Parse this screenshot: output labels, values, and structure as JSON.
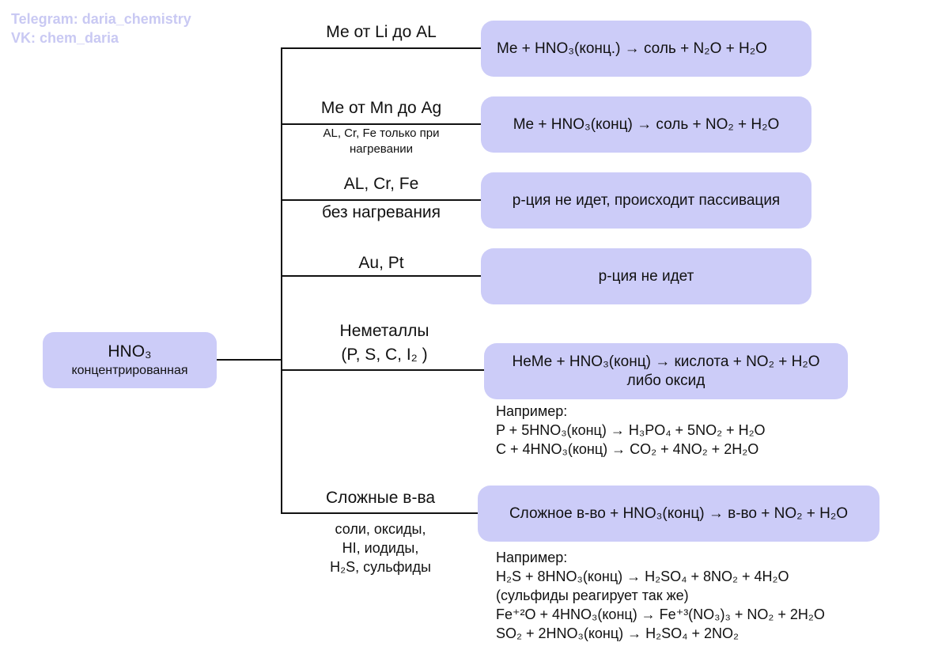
{
  "watermark": {
    "telegram": "Telegram: daria_chemistry",
    "vk": "VK: chem_daria"
  },
  "root": {
    "title": "HNO₃",
    "subtitle": "концентрированная"
  },
  "branches": [
    {
      "label": "Ме от Li до AL",
      "result": "Me + HNO₃(конц.) → соль + N₂O + H₂O"
    },
    {
      "label": "Ме от Mn до Ag",
      "note_line1": "AL, Cr, Fe только при",
      "note_line2": "нагревании",
      "result": "Me + HNO₃(конц) → соль + NO₂ + H₂O"
    },
    {
      "label": "AL, Cr, Fe",
      "label2": "без нагревания",
      "result": "р-ция не идет, происходит пассивация"
    },
    {
      "label": "Au, Pt",
      "result": "р-ция не идет"
    },
    {
      "label": "Неметаллы",
      "label2": "(P, S, C, I₂ )",
      "result_line1": "HeMe + HNO₃(конц) → кислота + NO₂ + H₂O",
      "result_line2": "либо оксид",
      "example": [
        "Например:",
        "P + 5HNO₃(конц) → H₃PO₄ + 5NO₂ + H₂O",
        "C + 4HNO₃(конц) → CO₂ + 4NO₂ + 2H₂O"
      ]
    },
    {
      "label": "Сложные в-ва",
      "note_line1": "соли, оксиды,",
      "note_line2": "HI, иодиды,",
      "note_line3": "H₂S, сульфиды",
      "result": "Сложное в-во + HNO₃(конц) → в-во + NO₂ + H₂O",
      "example": [
        "Например:",
        "H₂S + 8HNO₃(конц) → H₂SO₄ + 8NO₂ + 4H₂O",
        "(сульфиды реагирует так же)",
        "Fe⁺²O + 4HNO₃(конц) → Fe⁺³(NO₃)₃ + NO₂ + 2H₂O",
        "SO₂ + 2HNO₃(конц) → H₂SO₄ + 2NO₂"
      ]
    }
  ],
  "colors": {
    "box_fill": "#ccccf8",
    "watermark": "#c9c9f3",
    "line": "#111111"
  }
}
